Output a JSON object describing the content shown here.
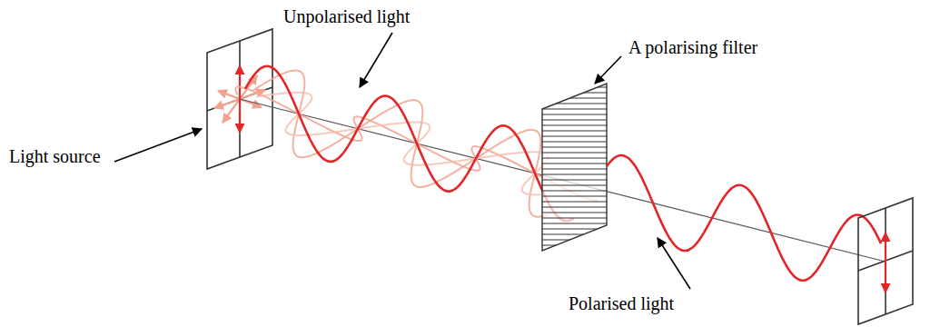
{
  "diagram": {
    "labels": [
      "Unpolarised light",
      "A polarising filter",
      "Light source",
      "Polarised light"
    ]
  }
}
